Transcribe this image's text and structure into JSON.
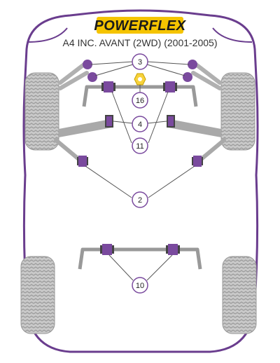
{
  "brand": {
    "logo_text": "POWERFLEX",
    "logo_color": "#f5c400"
  },
  "title": "A4 INC. AVANT (2WD) (2001-2005)",
  "colors": {
    "chassis_outline": "#6a3d8e",
    "bush_purple": "#7a4a9e",
    "tyre_grey": "#c8c8c8",
    "arm_grey": "#a9a9a9",
    "nut_yellow": "#f7d23b"
  },
  "callouts": [
    {
      "id": "c3",
      "label": "3"
    },
    {
      "id": "c16",
      "label": "16"
    },
    {
      "id": "c4",
      "label": "4"
    },
    {
      "id": "c11",
      "label": "11"
    },
    {
      "id": "c2",
      "label": "2"
    },
    {
      "id": "c10",
      "label": "10"
    }
  ]
}
